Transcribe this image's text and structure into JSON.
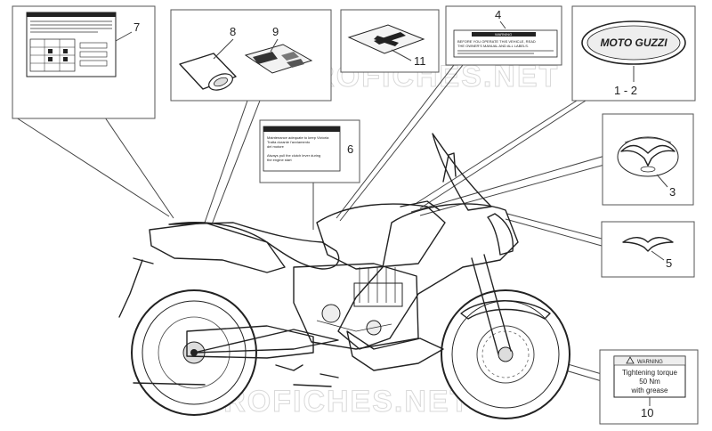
{
  "callouts": {
    "c1": "1 - 2",
    "c3": "3",
    "c4": "4",
    "c5": "5",
    "c6": "6",
    "c7": "7",
    "c8": "8",
    "c9": "9",
    "c10": "10",
    "c11": "11"
  },
  "labels": {
    "logo": "MOTO GUZZI",
    "warning_heading": "WARNING",
    "label4_lines": [
      "BEFORE YOU OPERATE THIS VEHICLE, READ",
      "THE OWNER'S MANUAL AND ALL LABELS."
    ],
    "label6_lines": [
      "Maintenance adequate to keep Victoria",
      "Tratta durante l'avviamento",
      "del motore"
    ],
    "label6_lines2": [
      "Always pull the clutch lever during",
      "the engine start"
    ],
    "label10_heading": "WARNING",
    "label10_lines": [
      "Tightening torque",
      "50 Nm",
      "with grease"
    ]
  },
  "watermark": {
    "top": "EUROFICHES.NET",
    "bottom": "EUROFICHES.NET"
  }
}
